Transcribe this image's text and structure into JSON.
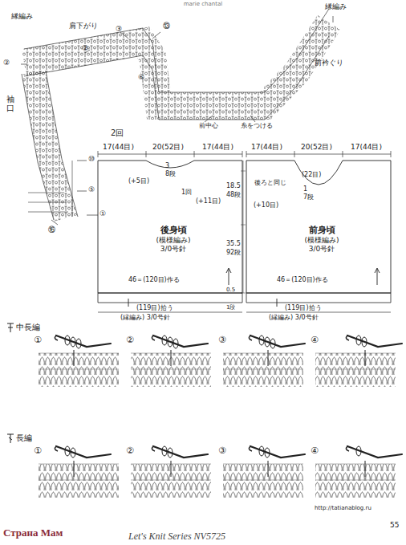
{
  "diagram": {
    "nodes": [
      {
        "text": [
          "後身頃",
          "(模様編み)",
          "3/0号針"
        ]
      },
      {
        "text": [
          "前身頃",
          "(模様編み)",
          "3/0号針"
        ]
      }
    ],
    "labels": [
      "marie chantal",
      "縁編み",
      "②",
      "肩下がり",
      "②",
      "③",
      "⑬",
      "縁編み",
      "前衿ぐり",
      "2回",
      "前中心",
      "糸をつける",
      "⑥",
      "袖口",
      "⑩",
      "⑤",
      "①",
      "⑯",
      "17(44目)",
      "20(52目)",
      "17(44目)",
      "17(44目)",
      "20(52目)",
      "17(44目)",
      "3",
      "8段",
      "(+5目)",
      "1回",
      "(+11目)",
      "18.5",
      "48段",
      "35.5",
      "92段",
      "0.5",
      "1段",
      "後ろと同じ",
      "1",
      "7段",
      "(22目)",
      "(+10目)",
      "46＝(120目)作る",
      "(119目)拾う",
      "(縁編み) 3/0号針",
      "46＝(120目)作る",
      "(119目)拾う",
      "(縁編み) 3/0号針",
      "中長編",
      "①",
      "②",
      "③",
      "④",
      "長編",
      "①",
      "②",
      "③",
      "④",
      "Let's Knit Series NV5725",
      "55",
      "Страна Мам",
      "http://tatianablog.ru"
    ]
  }
}
